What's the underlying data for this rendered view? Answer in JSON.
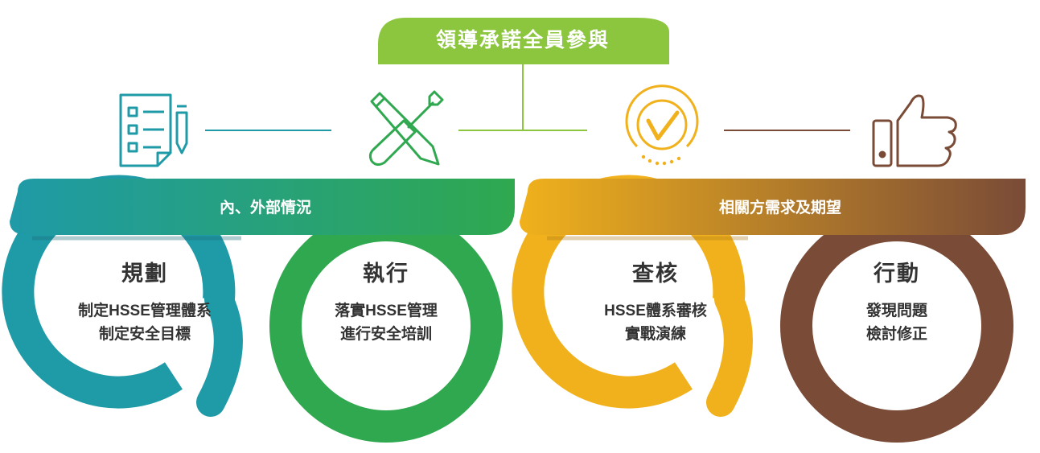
{
  "header": {
    "label": "領導承諾全員參與"
  },
  "bands": [
    {
      "label": "內、外部情況"
    },
    {
      "label": "相關方需求及期望"
    }
  ],
  "stages": [
    {
      "title": "規劃",
      "lines": [
        "制定HSSE管理體系",
        "制定安全目標"
      ],
      "color": "#1f9aa7",
      "icon": "checklist-document-icon"
    },
    {
      "title": "執行",
      "lines": [
        "落實HSSE管理",
        "進行安全培訓"
      ],
      "color": "#2fa84f",
      "icon": "crossed-tools-icon"
    },
    {
      "title": "查核",
      "lines": [
        "HSSE體系審核",
        "實戰演練"
      ],
      "color": "#f0b11c",
      "icon": "checkmark-badge-icon"
    },
    {
      "title": "行動",
      "lines": [
        "發現問題",
        "檢討修正"
      ],
      "color": "#7a4b37",
      "icon": "thumbs-up-icon"
    }
  ],
  "colors": {
    "header_green": "#8cc63f",
    "connector": "#8cc63f",
    "teal": "#1f9aa7",
    "green": "#2fa84f",
    "yellow": "#f0b11c",
    "brown": "#7a4b37"
  }
}
